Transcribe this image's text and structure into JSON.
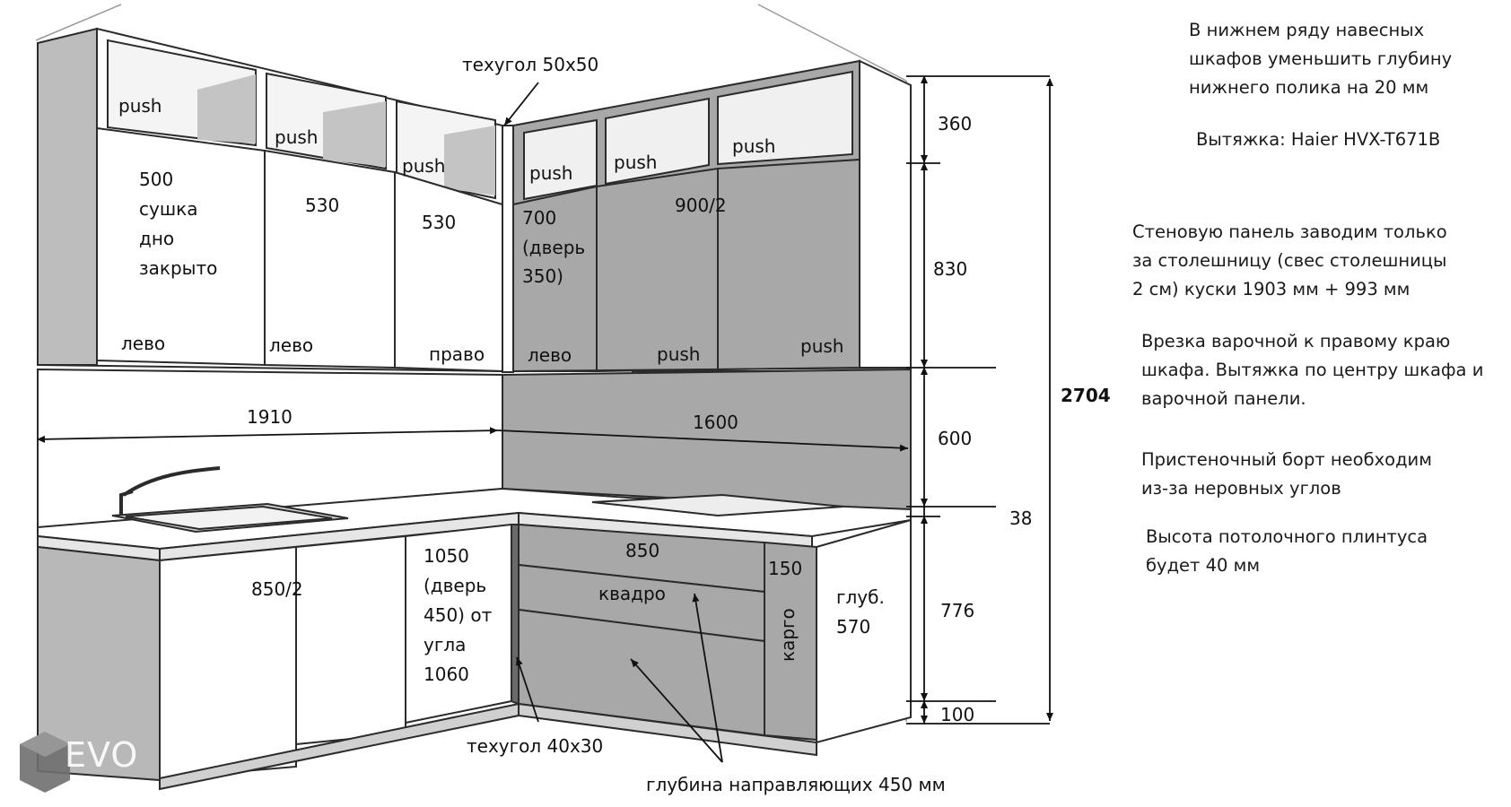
{
  "diagram": {
    "upper_row_labels": {
      "push_1": "push",
      "push_2": "push",
      "push_3": "push",
      "push_4": "push",
      "push_5": "push",
      "push_6": "push"
    },
    "upper_cabinets": {
      "c1": [
        "500",
        "сушка",
        "дно",
        "закрыто"
      ],
      "c1_hinge": "лево",
      "c2_width": "530",
      "c2_hinge": "лево",
      "c3_width": "530",
      "c3_hinge": "право",
      "c4": [
        "700",
        "(дверь",
        "350)"
      ],
      "c4_hinge": "лево",
      "c5_width": "900/2",
      "c5_push": "push",
      "c6_push": "push"
    },
    "corner_profile_top": "техугол 50х50",
    "corner_profile_bottom": "техугол 40х30",
    "backsplash_left": "1910",
    "backsplash_right": "1600",
    "lower_cabinets": {
      "sink": "850/2",
      "corner": [
        "1050",
        "(дверь",
        "450) от",
        "угла",
        "1060"
      ],
      "drawers_width": "850",
      "drawers_type": "квадро",
      "cargo_width": "150",
      "cargo_label": "карго",
      "depth": [
        "глуб.",
        "570"
      ]
    },
    "guides_depth": "глубина направляющих 450 мм",
    "heights": {
      "h1": "360",
      "h2": "830",
      "h3": "600",
      "h4": "38",
      "h5": "776",
      "h6": "100",
      "total": "2704"
    }
  },
  "notes": [
    "В нижнем ряду навесных\nшкафов уменьшить глубину\nнижнего полика на 20 мм",
    "Вытяжка: Haier HVX-T671B",
    "Стеновую панель заводим только\nза столешницу (свес столешницы\n2 см) куски 1903 мм + 993 мм",
    "Врезка варочной к правому краю\nшкафа. Вытяжка по центру шкафа и\nварочной панели.",
    "Пристеночный борт необходим\nиз-за неровных углов",
    "Высота потолочного плинтуса\nбудет 40 мм"
  ],
  "logo": {
    "text": "EVO"
  },
  "colors": {
    "panel": "#b4b4b4",
    "cabinet_front": "#a8a8a8",
    "line": "#2b2b2b",
    "white_front": "#ffffff"
  }
}
